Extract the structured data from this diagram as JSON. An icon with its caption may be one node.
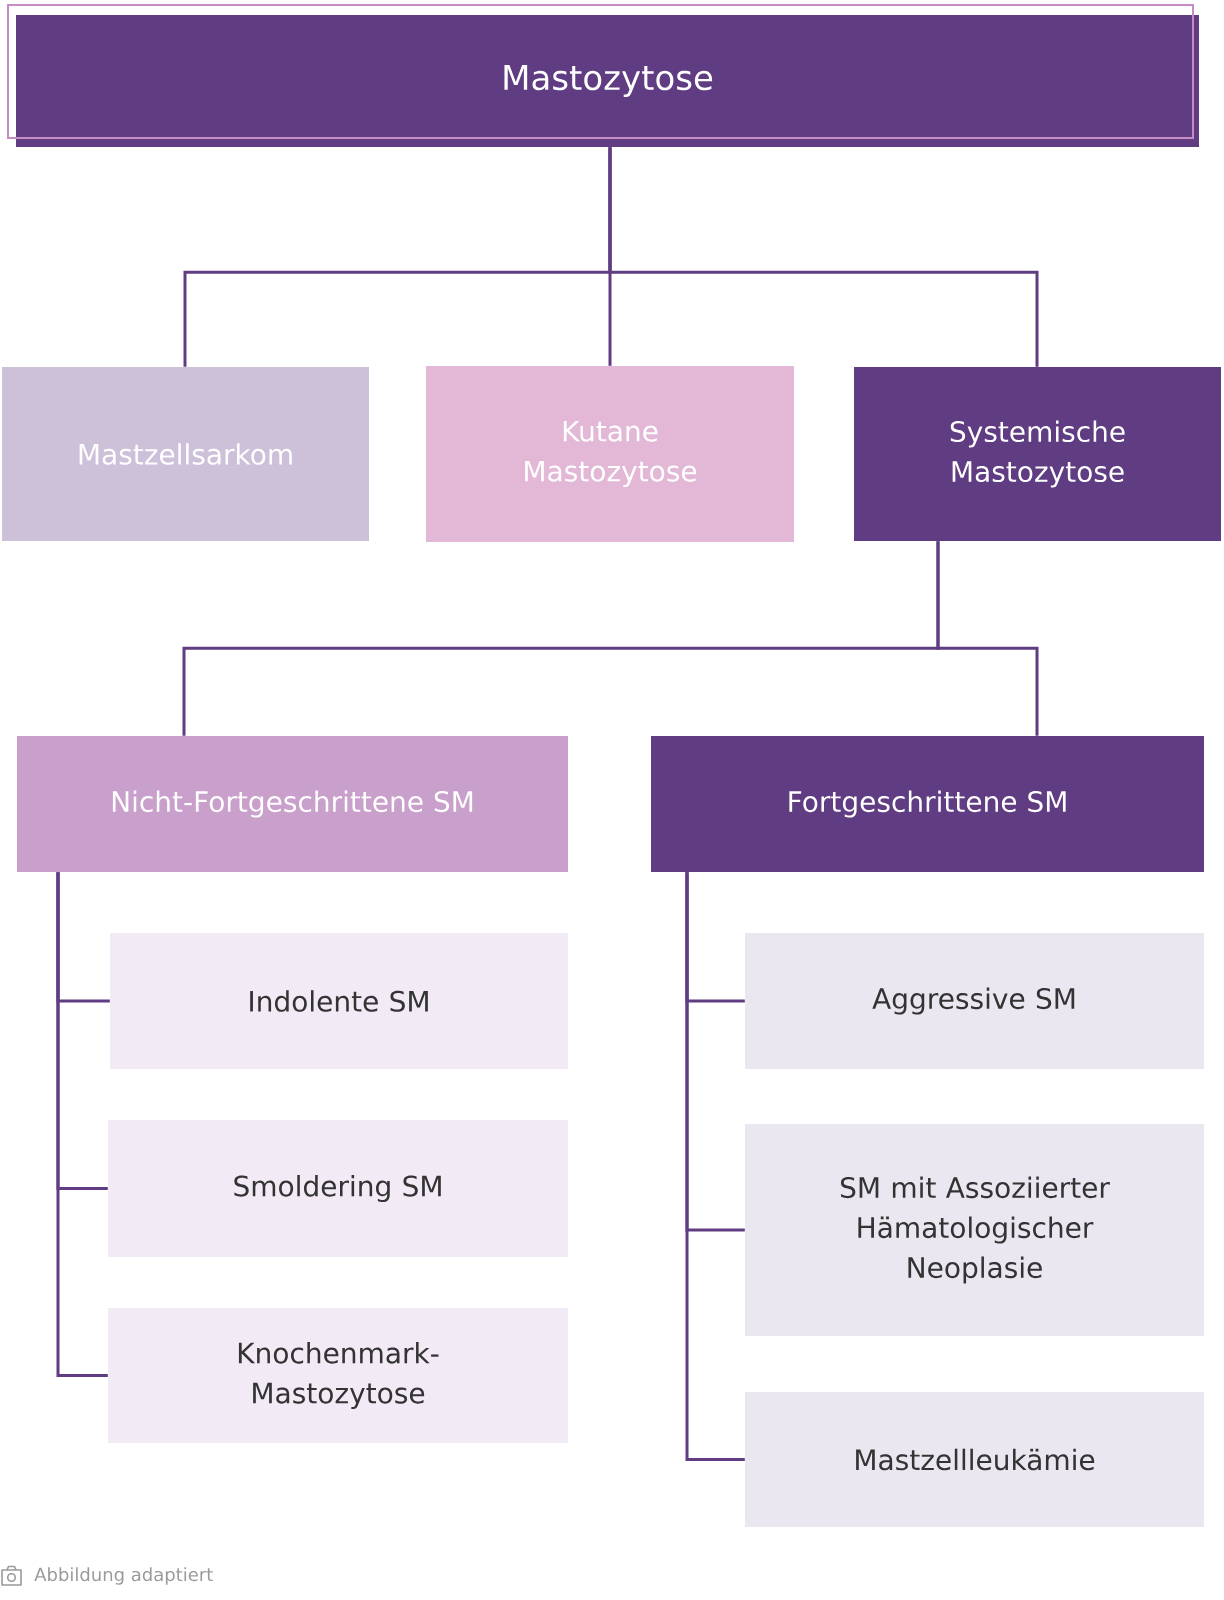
{
  "diagram": {
    "caption": "Abbildung adaptiert",
    "nodes": [
      {
        "text": [
          "Mastozytose"
        ]
      },
      {
        "text": [
          "Mastzellsarkom"
        ]
      },
      {
        "text": [
          "Kutane Mastozytose"
        ]
      },
      {
        "text": [
          "Systemische Mastozytose"
        ]
      },
      {
        "text": [
          "Nicht-Fortgeschrittene SM"
        ]
      },
      {
        "text": [
          "Fortgeschrittene SM"
        ]
      },
      {
        "text": [
          "Indolente SM"
        ]
      },
      {
        "text": [
          "Smoldering SM"
        ]
      },
      {
        "text": [
          "Knochenmark-Mastozytose"
        ]
      },
      {
        "text": [
          "Aggressive SM"
        ]
      },
      {
        "text": [
          "SM mit Assoziierter Hämatologischer Neoplasie"
        ]
      },
      {
        "text": [
          "Mastzellleukämie"
        ]
      }
    ],
    "edges": [
      {
        "from": 0,
        "to": 1,
        "arrow": "none"
      },
      {
        "from": 0,
        "to": 2,
        "arrow": "none"
      },
      {
        "from": 0,
        "to": 3,
        "arrow": "none"
      },
      {
        "from": 3,
        "to": 4,
        "arrow": "none"
      },
      {
        "from": 3,
        "to": 5,
        "arrow": "none"
      },
      {
        "from": 4,
        "to": 6,
        "arrow": "none"
      },
      {
        "from": 4,
        "to": 7,
        "arrow": "none"
      },
      {
        "from": 4,
        "to": 8,
        "arrow": "none"
      },
      {
        "from": 5,
        "to": 9,
        "arrow": "none"
      },
      {
        "from": 5,
        "to": 10,
        "arrow": "none"
      },
      {
        "from": 5,
        "to": 11,
        "arrow": "none"
      }
    ]
  }
}
